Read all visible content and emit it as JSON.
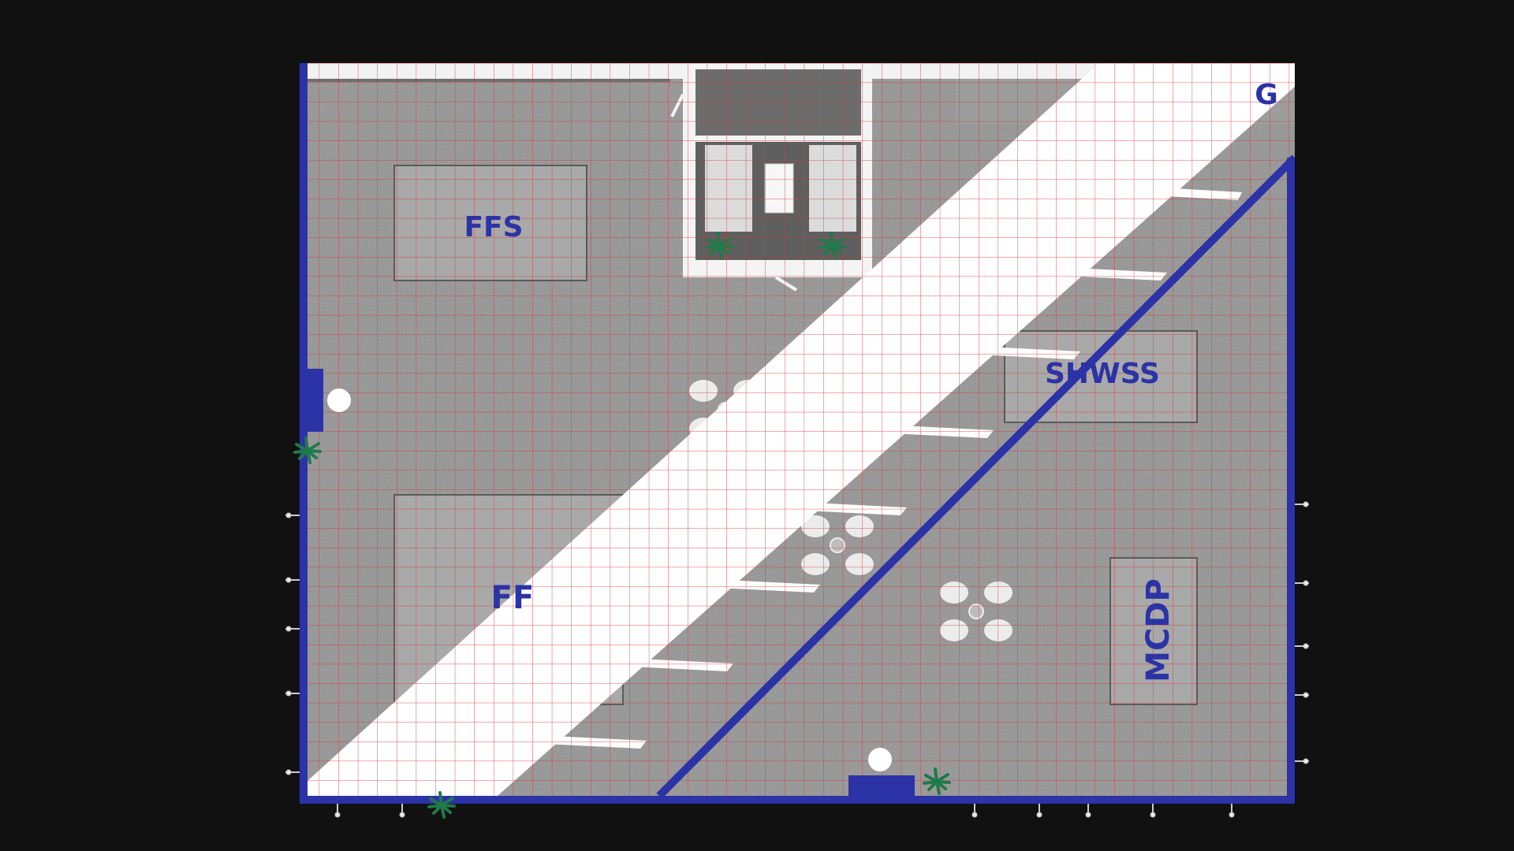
{
  "floorplan": {
    "booths": [
      {
        "id": "ffs-top",
        "label": "FFS"
      },
      {
        "id": "ff-bottom",
        "label": "FF"
      },
      {
        "id": "shwss",
        "label": "SHWSS"
      },
      {
        "id": "mcdp",
        "label": "MCDP"
      },
      {
        "id": "g-corner",
        "label": "G"
      }
    ],
    "colors": {
      "background": "#111111",
      "carpet": "#8c8c8c",
      "grid": "#d23a3a",
      "walkway": "#ffffff",
      "wall": "#2b33a6",
      "booth_fill": "#a9a9a9",
      "label": "#2b33a6",
      "plant": "#1f7a4a"
    },
    "icons": [
      "plant-icon",
      "table-chairs-icon",
      "column-icon",
      "tick-marker-icon"
    ]
  }
}
